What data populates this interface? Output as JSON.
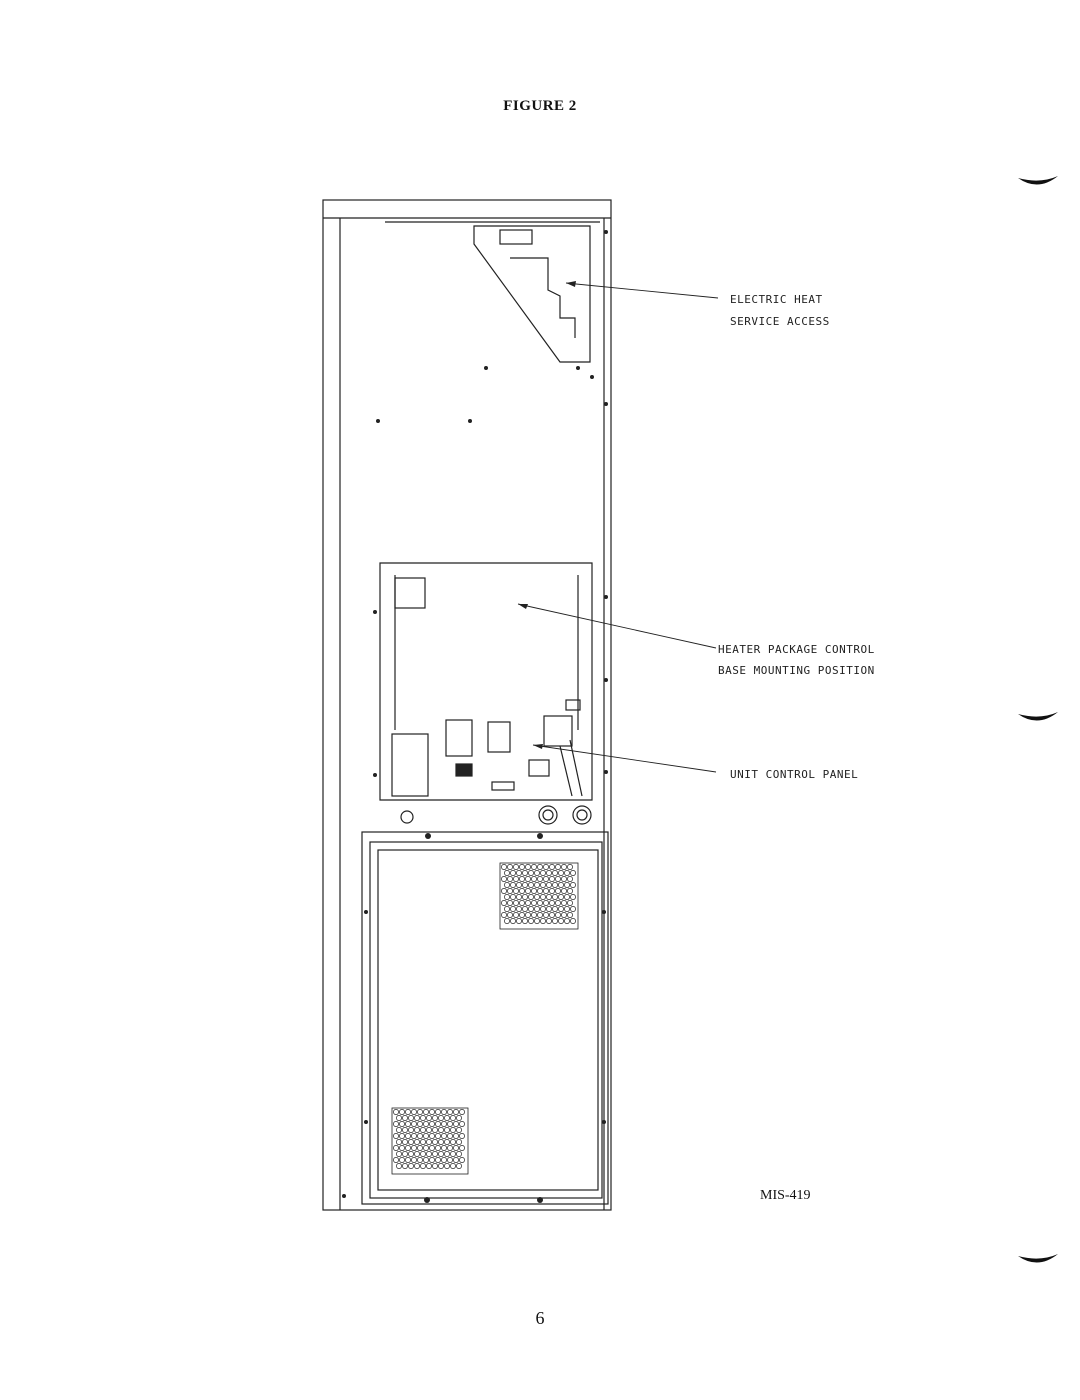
{
  "figure": {
    "title": "FIGURE 2"
  },
  "callouts": {
    "electric_heat": [
      "ELECTRIC HEAT",
      "SERVICE ACCESS"
    ],
    "heater_package": [
      "HEATER PACKAGE CONTROL",
      "BASE MOUNTING POSITION"
    ],
    "unit_control": [
      "UNIT CONTROL PANEL"
    ]
  },
  "drawing_id": "MIS-419",
  "page_number": "6"
}
